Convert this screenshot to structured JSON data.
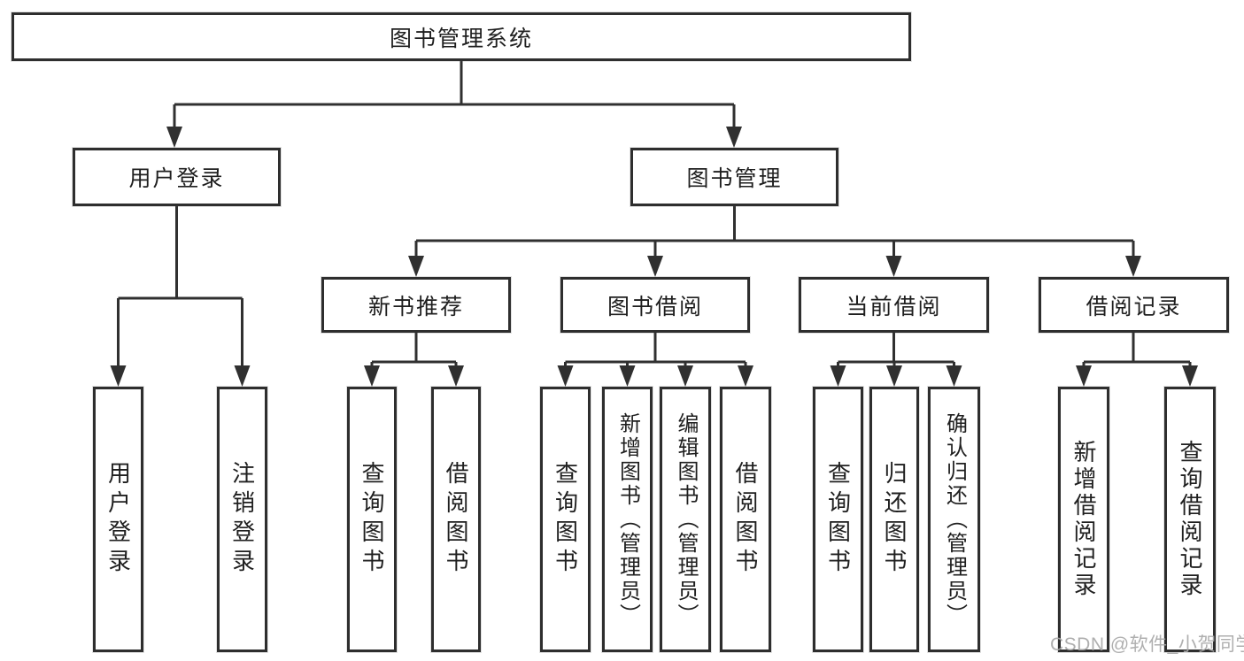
{
  "diagram_title": "图书管理系统",
  "tree": {
    "root": {
      "label": "图书管理系统",
      "children": [
        {
          "label": "用户登录",
          "children": [
            {
              "label": "用户登录"
            },
            {
              "label": "注销登录"
            }
          ]
        },
        {
          "label": "图书管理",
          "children": [
            {
              "label": "新书推荐",
              "children": [
                {
                  "label": "查询图书"
                },
                {
                  "label": "借阅图书"
                }
              ]
            },
            {
              "label": "图书借阅",
              "children": [
                {
                  "label": "查询图书"
                },
                {
                  "label": "新增图书（管理员）"
                },
                {
                  "label": "编辑图书（管理员）"
                },
                {
                  "label": "借阅图书"
                }
              ]
            },
            {
              "label": "当前借阅",
              "children": [
                {
                  "label": "查询图书"
                },
                {
                  "label": "归还图书"
                },
                {
                  "label": "确认归还（管理员）"
                }
              ]
            },
            {
              "label": "借阅记录",
              "children": [
                {
                  "label": "新增借阅记录"
                },
                {
                  "label": "查询借阅记录"
                }
              ]
            }
          ]
        }
      ]
    }
  },
  "watermark": {
    "text": "CSDN @软件_小贺同学"
  },
  "colors": {
    "background": "#ffffff",
    "box_border": "#2e2e2e",
    "connector_line": "#303030",
    "text": "#1f1f1f",
    "watermark_text": "#a8a8a8"
  }
}
